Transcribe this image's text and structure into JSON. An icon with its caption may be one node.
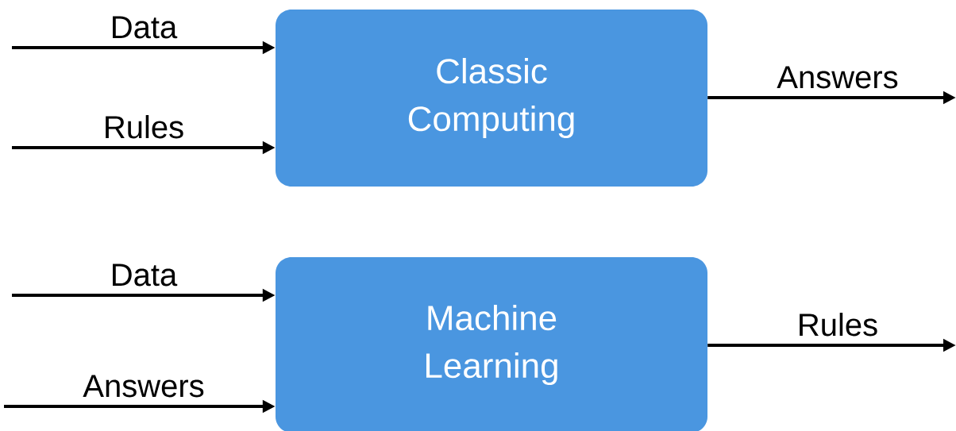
{
  "diagram": {
    "nodes": [
      {
        "text": [
          "Classic Computing"
        ]
      },
      {
        "text": [
          "Machine Learning"
        ]
      }
    ],
    "edges": [
      {
        "from": null,
        "to": 0,
        "arrow": "to",
        "label": "Data"
      },
      {
        "from": null,
        "to": 0,
        "arrow": "to",
        "label": "Rules"
      },
      {
        "from": 0,
        "to": null,
        "arrow": "to",
        "label": "Answers"
      },
      {
        "from": null,
        "to": 1,
        "arrow": "to",
        "label": "Data"
      },
      {
        "from": null,
        "to": 1,
        "arrow": "to",
        "label": "Answers"
      },
      {
        "from": 1,
        "to": null,
        "arrow": "to",
        "label": "Rules"
      }
    ]
  }
}
